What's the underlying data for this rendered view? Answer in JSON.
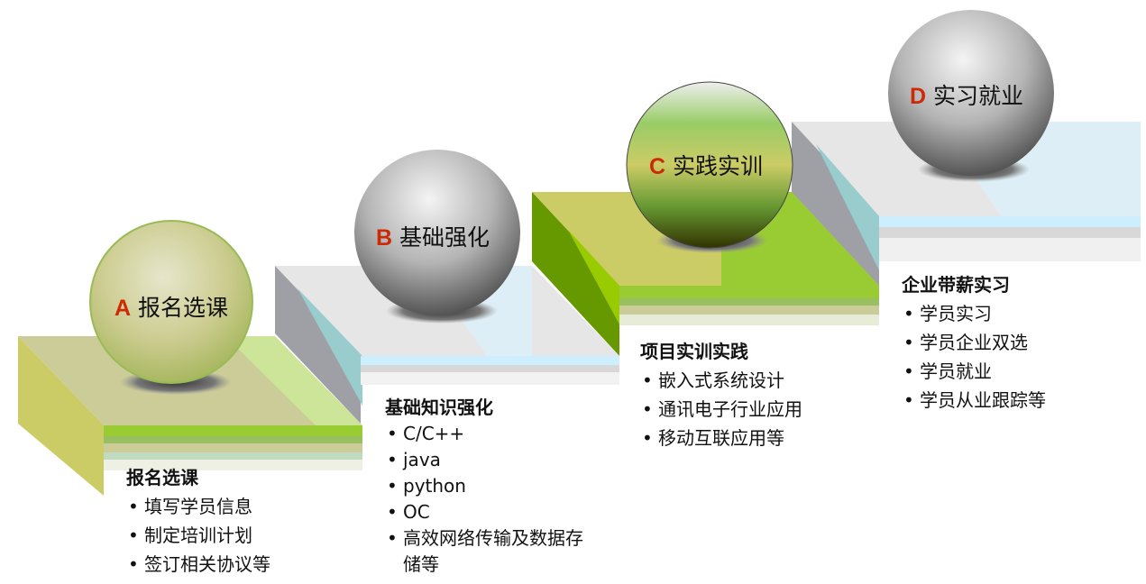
{
  "steps": [
    {
      "letter": "A",
      "name": "报名选课",
      "title": "报名选课",
      "items": [
        "填写学员信息",
        "制定培训计划",
        "签订相关协议等"
      ],
      "ball_color": "#cccc88"
    },
    {
      "letter": "B",
      "name": "基础强化",
      "title": "基础知识强化",
      "items": [
        "C/C++",
        "java",
        "python",
        "OC",
        "高效网络传输及数据存储等"
      ],
      "ball_color": "#b0b0b0"
    },
    {
      "letter": "C",
      "name": "实践实训",
      "title": "项目实训实践",
      "items": [
        "嵌入式系统设计",
        "通讯电子行业应用",
        "移动互联应用等"
      ],
      "ball_color": "#99cc55"
    },
    {
      "letter": "D",
      "name": "实习就业",
      "title": "企业带薪实习",
      "items": [
        "学员实习",
        "学员企业双选",
        "学员就业",
        "学员从业跟踪等"
      ],
      "ball_color": "#b8b8b8"
    }
  ],
  "colors": {
    "accent_letter": "#cc2a06",
    "green": "#99cc33",
    "olive": "#cccc66",
    "teal": "#99cccc",
    "light_blue": "#cceeff"
  }
}
